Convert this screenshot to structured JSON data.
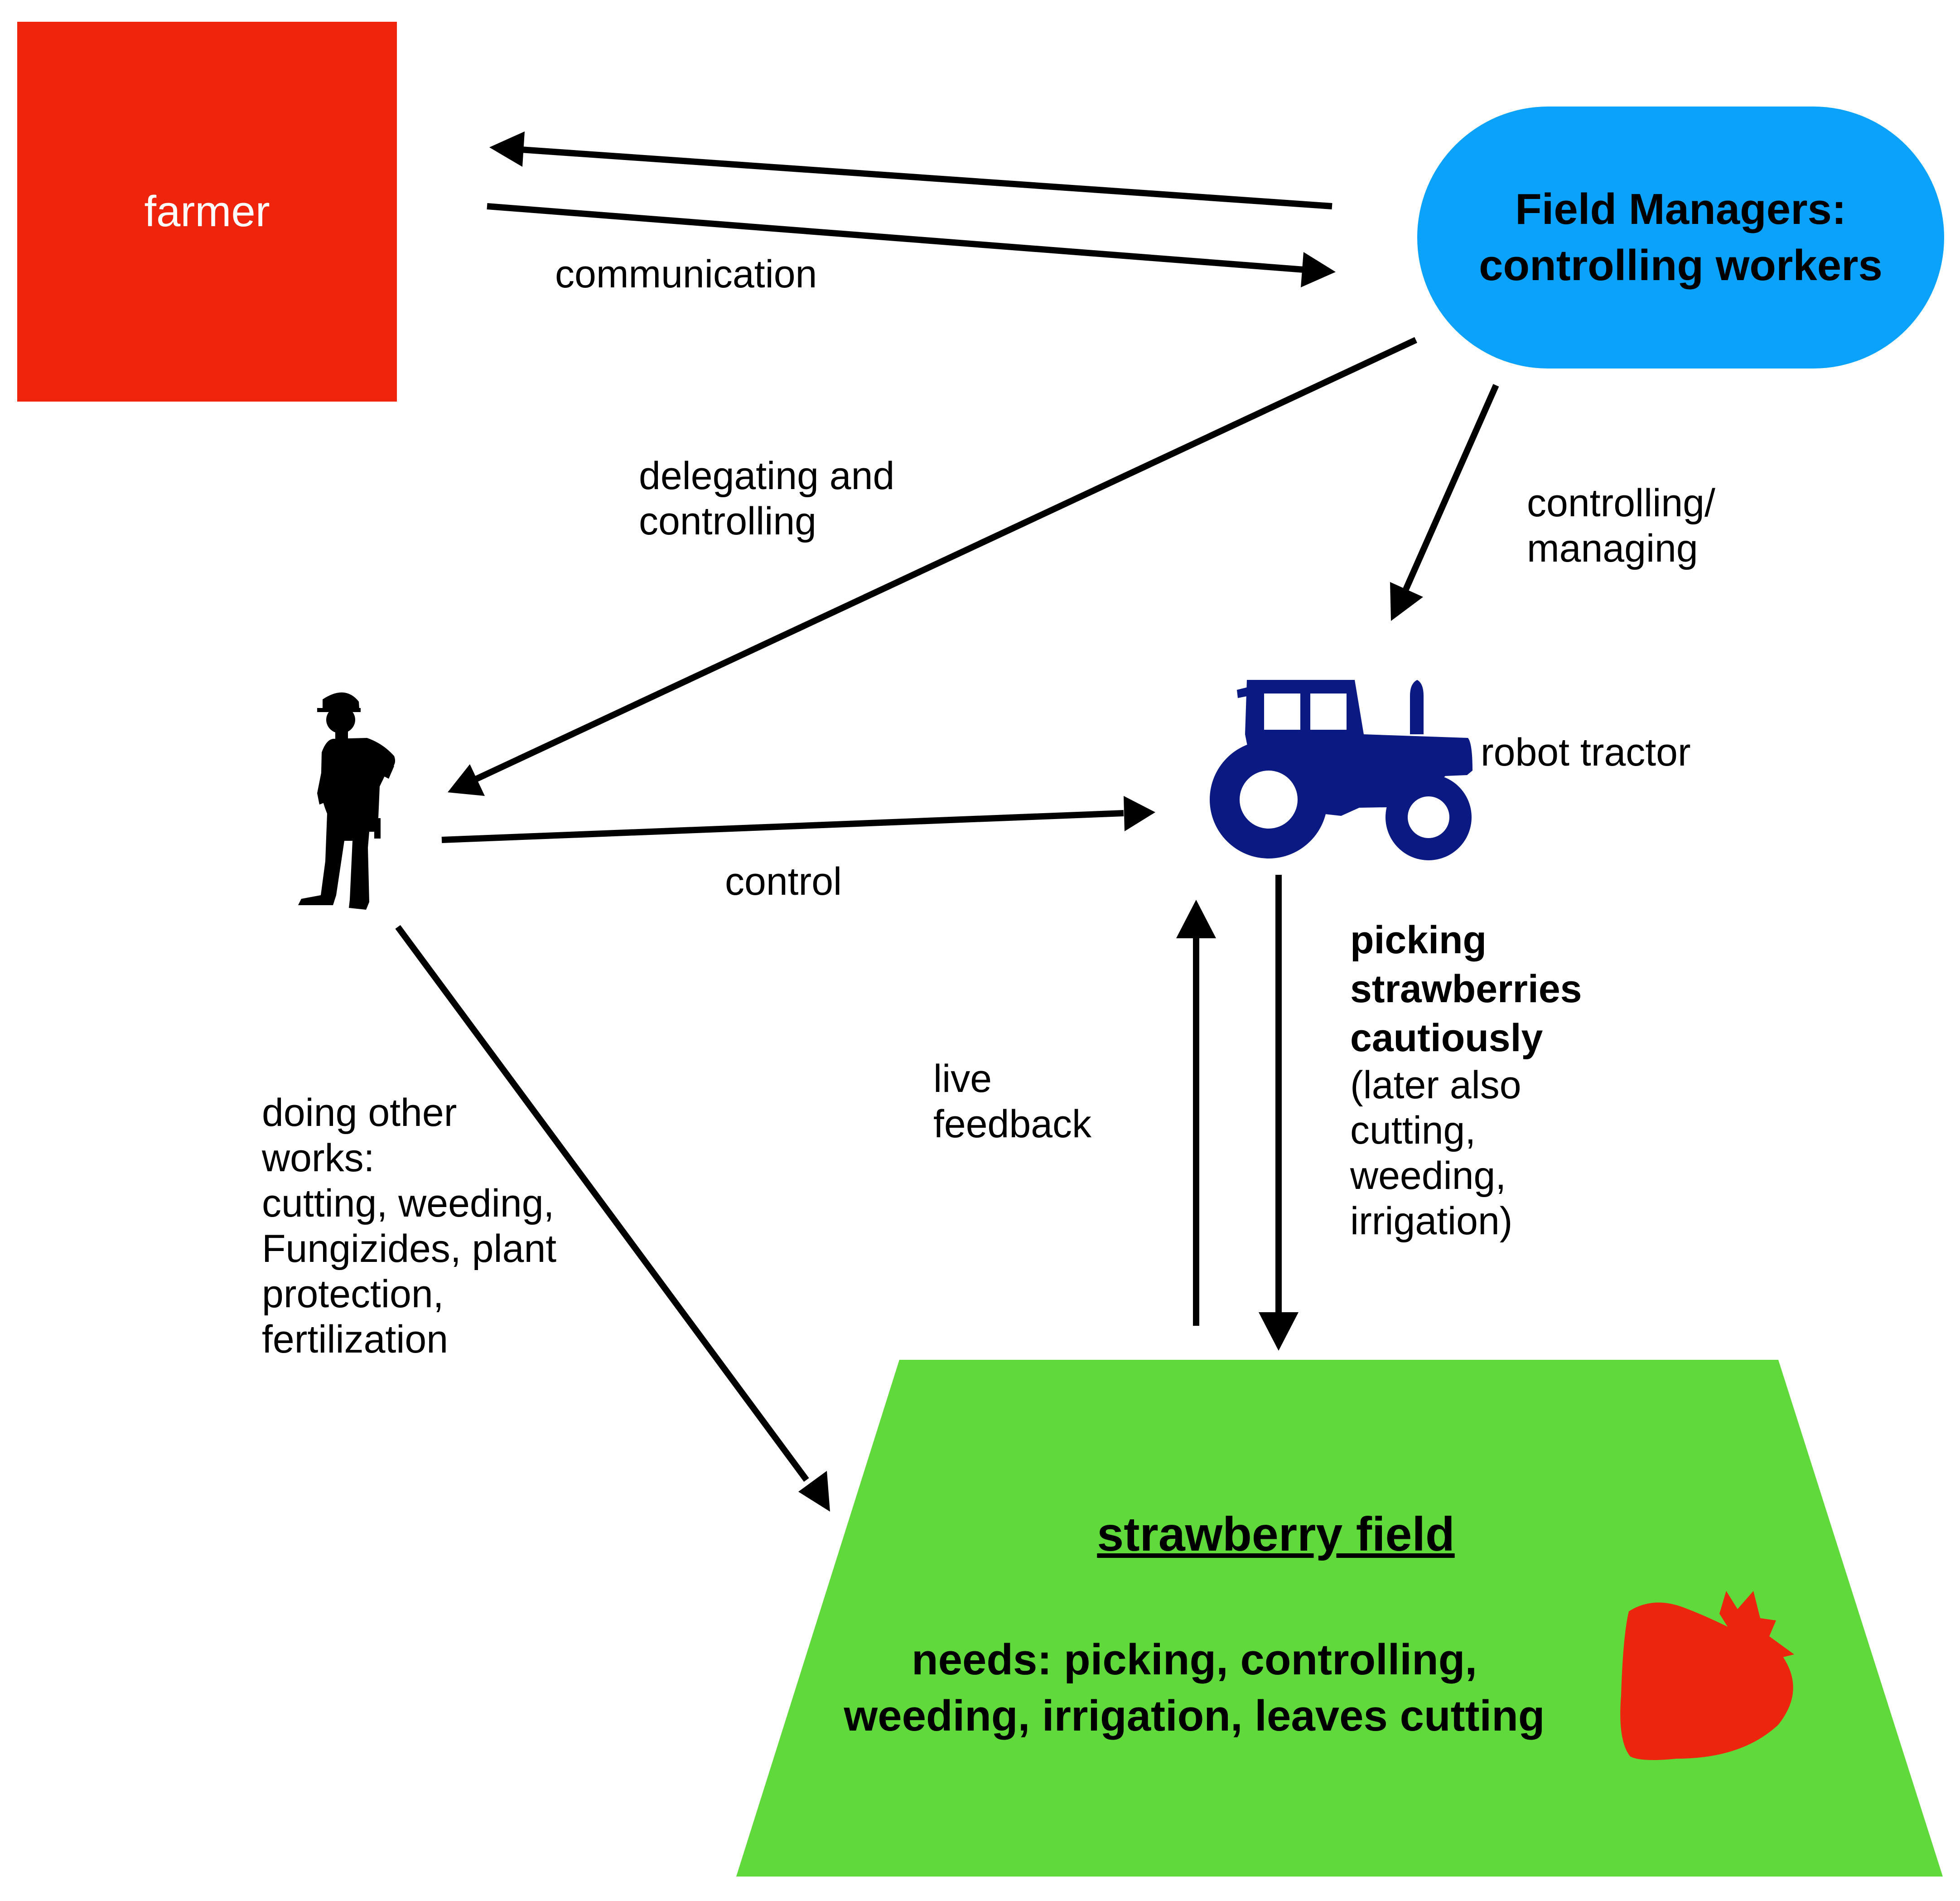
{
  "nodes": {
    "farmer": "farmer",
    "field_managers": [
      "Field Managers:",
      "controlling workers"
    ],
    "robot_tractor": "robot tractor",
    "strawberry_field": {
      "title": "strawberry field",
      "needs": [
        "needs: picking, controlling,",
        "weeding, irrigation, leaves cutting"
      ]
    }
  },
  "edges": {
    "communication": "communication",
    "delegating": [
      "delegating and",
      "controlling"
    ],
    "controlling_managing": [
      "controlling/",
      "managing"
    ],
    "control": "control",
    "live_feedback": [
      "live",
      "feedback"
    ],
    "picking_bold": [
      "picking",
      "strawberries",
      "cautiously"
    ],
    "picking_rest": [
      "(later also",
      "cutting,",
      "weeding,",
      "irrigation)"
    ],
    "other_works": [
      "doing other",
      "works:",
      "cutting, weeding,",
      "Fungizides, plant",
      "protection,",
      "fertilization"
    ]
  },
  "icons": {
    "worker": "worker-silhouette-icon",
    "tractor": "tractor-icon",
    "strawberry": "strawberry-icon"
  },
  "colors": {
    "farmer": "#ef240c",
    "field_managers": "#0ba2fc",
    "tractor": "#0b1a82",
    "field": "#60d93a",
    "strawberry": "#ec250e",
    "arrow": "#000000"
  }
}
